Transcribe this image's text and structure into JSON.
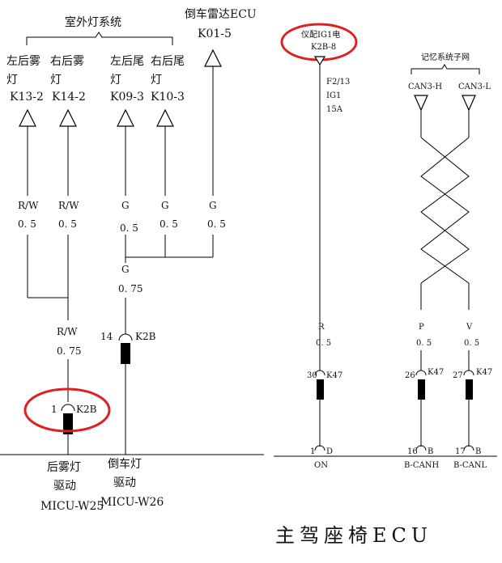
{
  "left_panel": {
    "group_title": "室外灯系统",
    "reverse_radar": {
      "name": "倒车雷达ECU",
      "pin": "K01-5"
    },
    "sources": [
      {
        "line1": "左后雾",
        "line2": "灯",
        "pin": "K13-2"
      },
      {
        "line1": "右后雾",
        "line2": "灯",
        "pin": "K14-2"
      },
      {
        "line1": "左后尾",
        "line2": "灯",
        "pin": "K09-3"
      },
      {
        "line1": "右后尾",
        "line2": "灯",
        "pin": "K10-3"
      }
    ],
    "wire_labels": [
      {
        "color": "R/W",
        "gauge": "0. 5"
      },
      {
        "color": "R/W",
        "gauge": "0. 5"
      },
      {
        "color": "G",
        "gauge": "0. 5"
      },
      {
        "color": "G",
        "gauge": "0. 5"
      },
      {
        "color": "G",
        "gauge": "0. 5"
      }
    ],
    "merged_g": {
      "color": "G",
      "gauge": "0. 75"
    },
    "merged_rw": {
      "color": "R/W",
      "gauge": "0. 75"
    },
    "connector_fog": {
      "num": "1",
      "name": "K2B"
    },
    "connector_reverse": {
      "num": "14",
      "name": "K2B"
    },
    "driver_fog": {
      "line1": "后雾灯",
      "line2": "驱动",
      "line3": "MICU-W25"
    },
    "driver_reverse": {
      "line1": "倒车灯",
      "line2": "驱动",
      "line3": "MICU-W26"
    }
  },
  "right_panel": {
    "power_source": {
      "name": "仪配IG1电",
      "pin": "K2B-8"
    },
    "fuse": {
      "line1": "F2/13",
      "line2": "IG1",
      "line3": "15A"
    },
    "memory_system": "记忆系统子网",
    "can_h": "CAN3-H",
    "can_l": "CAN3-L",
    "wire_labels": [
      {
        "color": "R",
        "gauge": "0. 5"
      },
      {
        "color": "P",
        "gauge": "0. 5"
      },
      {
        "color": "V",
        "gauge": "0. 5"
      }
    ],
    "connectors": [
      {
        "num": "30",
        "name": "K47"
      },
      {
        "num": "26",
        "name": "K47"
      },
      {
        "num": "27",
        "name": "K47"
      }
    ],
    "ecu_pins": [
      {
        "num": "1",
        "name": "D",
        "label": "ON"
      },
      {
        "num": "16",
        "name": "B",
        "label": "B-CANH"
      },
      {
        "num": "17",
        "name": "B",
        "label": "B-CANL"
      }
    ],
    "ecu_title": "主驾座椅ECU"
  },
  "colors": {
    "highlight": "#e02020",
    "ink": "#000000"
  }
}
